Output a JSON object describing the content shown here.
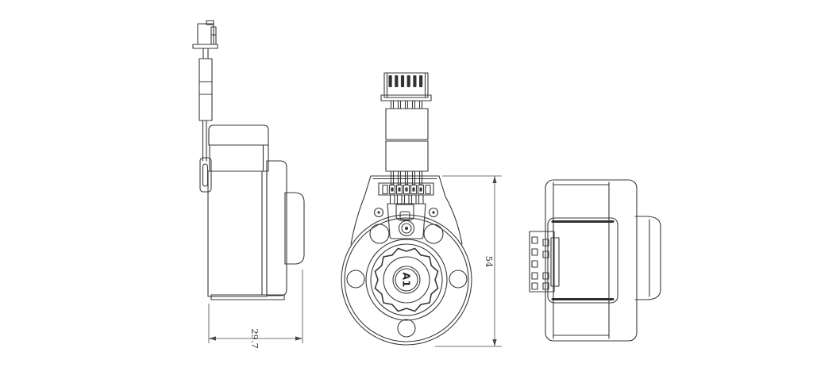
{
  "drawing_labels": {
    "hub": "A1"
  },
  "dimensions": {
    "depth": {
      "label": "29.7"
    },
    "height": {
      "label": "54"
    }
  },
  "colors": {
    "line": "#383838",
    "dimension": "#4a4a4a",
    "background": "#ffffff",
    "slot_fill": "#333333"
  }
}
